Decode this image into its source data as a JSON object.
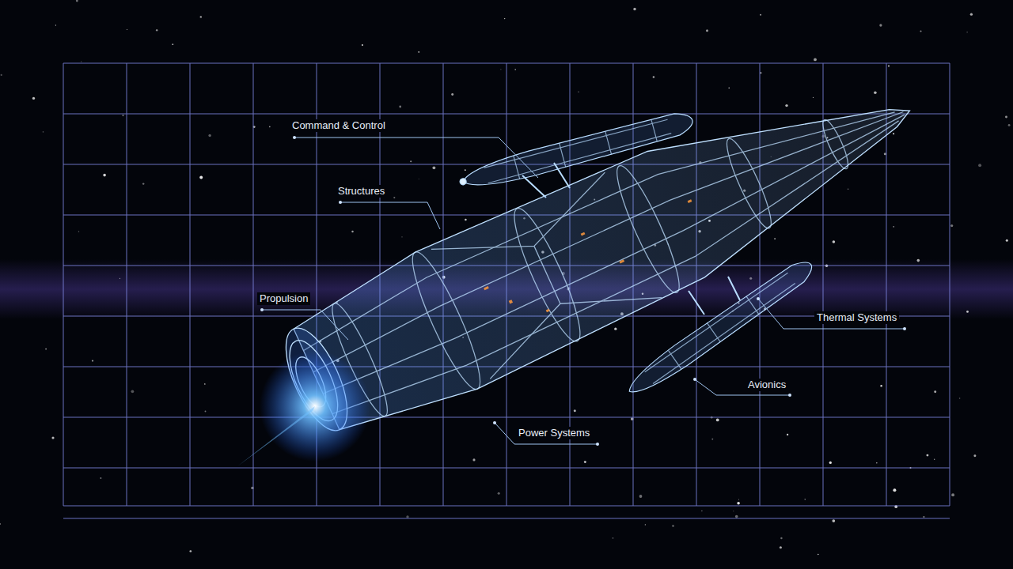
{
  "diagram": {
    "labels": [
      "Command & Control",
      "Structures",
      "Propulsion",
      "Thermal Systems",
      "Avionics",
      "Power Systems"
    ]
  }
}
